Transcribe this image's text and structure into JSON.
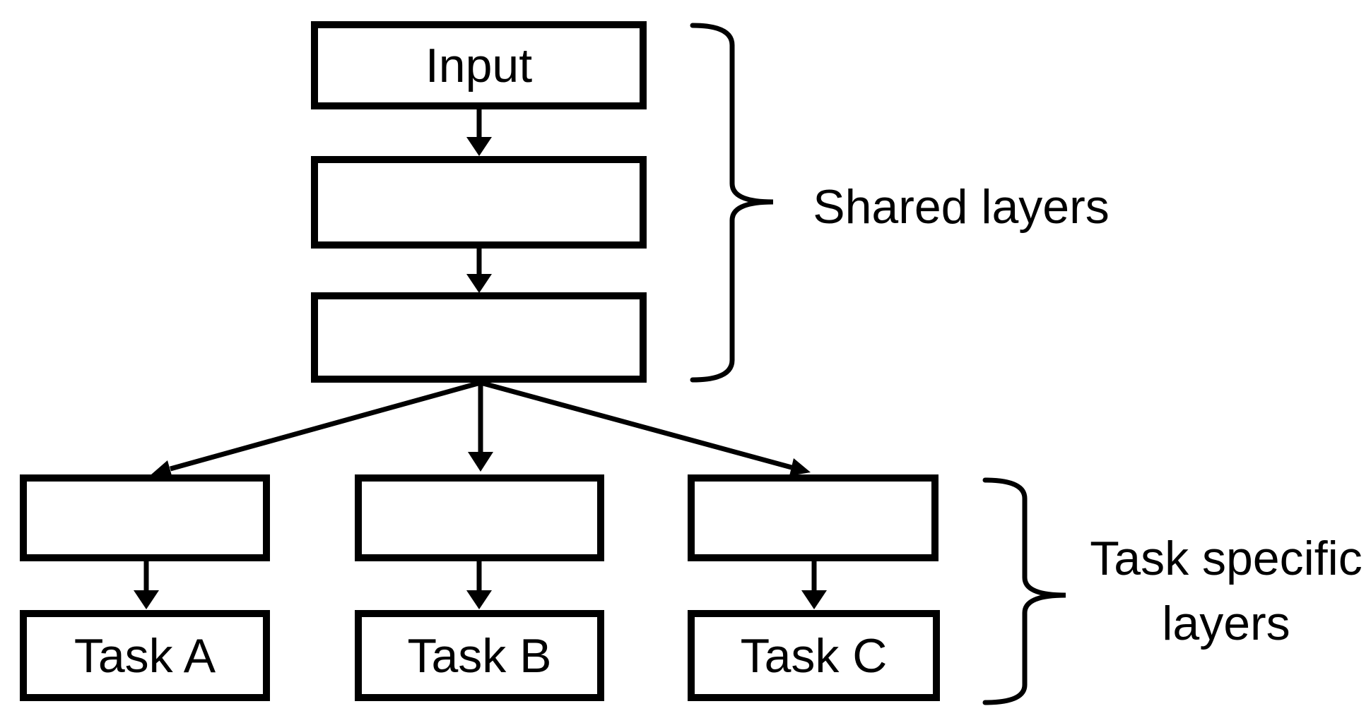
{
  "diagram": {
    "colors": {
      "ink": "#000000",
      "background": "#ffffff"
    },
    "nodes": {
      "input": {
        "label": "Input"
      },
      "shared_layer_1": {
        "label": ""
      },
      "shared_layer_2": {
        "label": ""
      },
      "task_layer_a": {
        "label": ""
      },
      "task_layer_b": {
        "label": ""
      },
      "task_layer_c": {
        "label": ""
      },
      "task_a": {
        "label": "Task A"
      },
      "task_b": {
        "label": "Task B"
      },
      "task_c": {
        "label": "Task C"
      }
    },
    "edges": [
      {
        "from": "input",
        "to": "shared_layer_1"
      },
      {
        "from": "shared_layer_1",
        "to": "shared_layer_2"
      },
      {
        "from": "shared_layer_2",
        "to": "task_layer_a"
      },
      {
        "from": "shared_layer_2",
        "to": "task_layer_b"
      },
      {
        "from": "shared_layer_2",
        "to": "task_layer_c"
      },
      {
        "from": "task_layer_a",
        "to": "task_a"
      },
      {
        "from": "task_layer_b",
        "to": "task_b"
      },
      {
        "from": "task_layer_c",
        "to": "task_c"
      }
    ],
    "annotations": {
      "shared": {
        "label": "Shared layers"
      },
      "task_specific": {
        "line1": "Task specific",
        "line2": "layers"
      }
    }
  }
}
